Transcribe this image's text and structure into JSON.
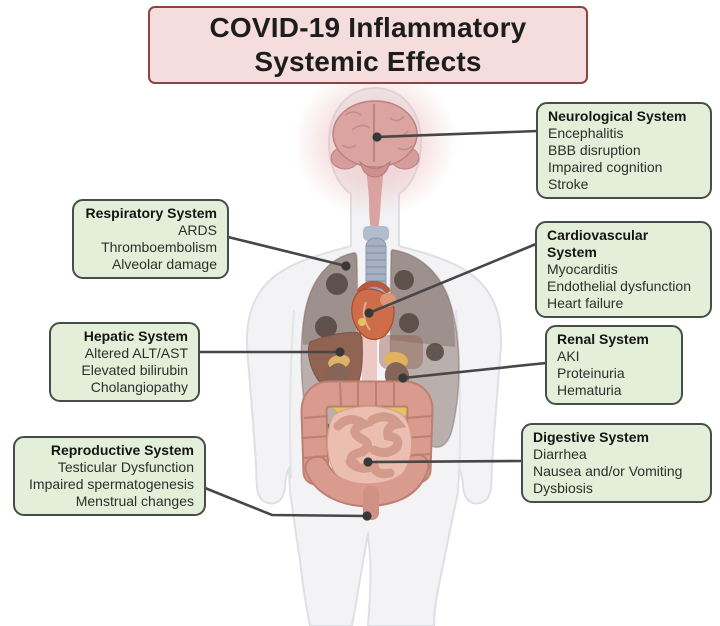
{
  "title": {
    "line1": "COVID-19 Inflammatory",
    "line2": "Systemic Effects"
  },
  "systems": {
    "neurological": {
      "header": "Neurological System",
      "items": [
        "Encephalitis",
        "BBB disruption",
        "Impaired cognition",
        "Stroke"
      ]
    },
    "respiratory": {
      "header": "Respiratory System",
      "items": [
        "ARDS",
        "Thromboembolism",
        "Alveolar damage"
      ]
    },
    "cardiovascular": {
      "header": "Cardiovascular System",
      "items": [
        "Myocarditis",
        "Endothelial dysfunction",
        "Heart failure"
      ]
    },
    "hepatic": {
      "header": "Hepatic System",
      "items": [
        "Altered ALT/AST",
        "Elevated bilirubin",
        "Cholangiopathy"
      ]
    },
    "renal": {
      "header": "Renal System",
      "items": [
        "AKI",
        "Proteinuria",
        "Hematuria"
      ]
    },
    "digestive": {
      "header": "Digestive System",
      "items": [
        "Diarrhea",
        "Nausea and/or Vomiting",
        "Dysbiosis"
      ]
    },
    "reproductive": {
      "header": "Reproductive System",
      "items": [
        "Testicular Dysfunction",
        "Impaired spermatogenesis",
        "Menstrual changes"
      ]
    }
  },
  "figure": {
    "organs": [
      "brain",
      "trachea",
      "lungs",
      "heart",
      "liver",
      "kidneys",
      "adrenal-glands",
      "pancreas",
      "intestines",
      "spine"
    ]
  },
  "colors": {
    "title_bg": "#f6dddd",
    "title_border": "#8e4343",
    "box_bg": "#e3efd8",
    "box_border": "#454f47",
    "connector": "#474747",
    "body_silhouette": "#f3f3f5",
    "brain": "#dba4a1",
    "lung": "#80685f",
    "heart": "#cd6d49",
    "liver": "#916353",
    "intestine": "#d89b8d"
  }
}
